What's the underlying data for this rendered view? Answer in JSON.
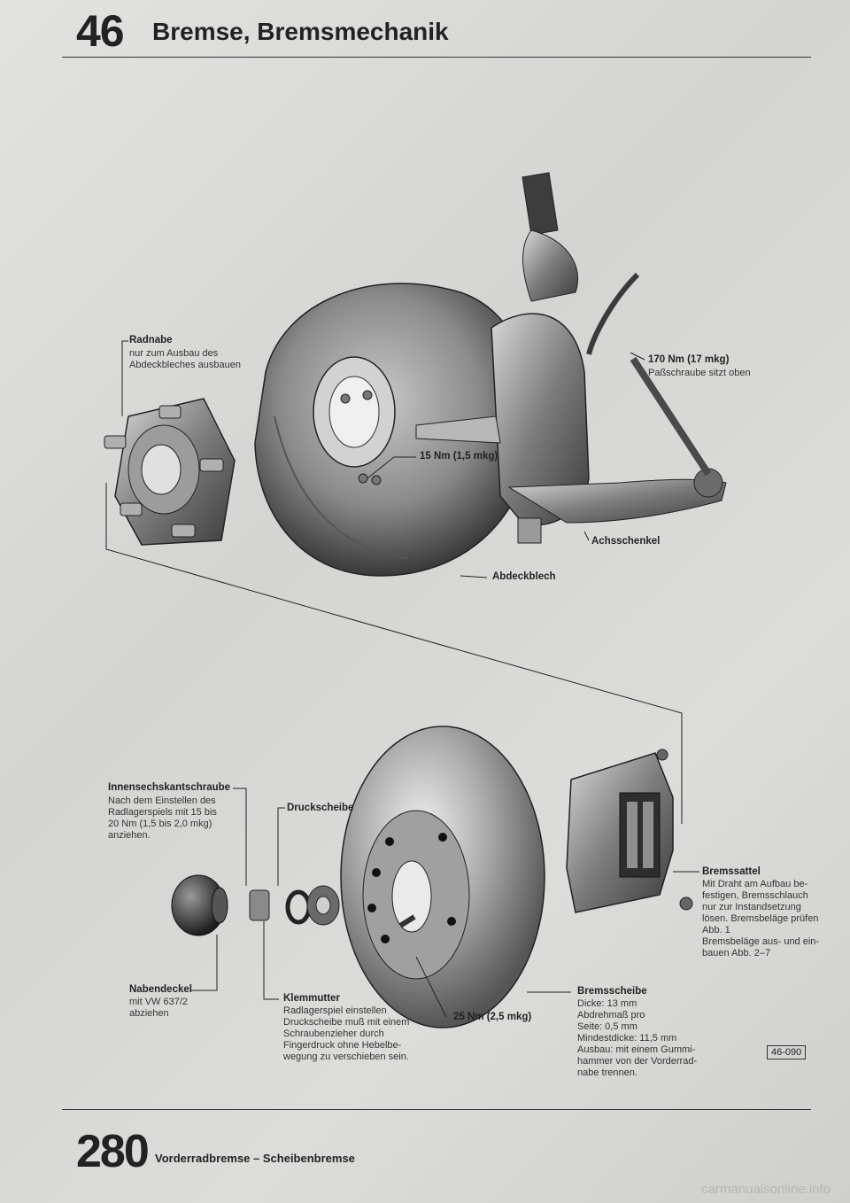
{
  "header": {
    "number": "46",
    "title": "Bremse, Bremsmechanik"
  },
  "upper": {
    "radnabe": {
      "title": "Radnabe",
      "lines": [
        "nur zum Ausbau des",
        "Abdeckbleches ausbauen"
      ]
    },
    "torque_170": {
      "title": "170 Nm (17 mkg)",
      "note": "Paßschraube sitzt oben"
    },
    "torque_15": "15 Nm (1,5 mkg)",
    "achsschenkel": "Achsschenkel",
    "abdeckblech": "Abdeckblech"
  },
  "lower": {
    "innensechskant": {
      "title": "Innensechskantschraube",
      "lines": [
        "Nach dem Einstellen des",
        "Radlagerspiels mit 15 bis",
        "20 Nm (1,5 bis 2,0 mkg)",
        "anziehen."
      ]
    },
    "druckscheibe": "Druckscheibe",
    "bremssattel": {
      "title": "Bremssattel",
      "lines": [
        "Mit Draht am Aufbau be-",
        "festigen, Bremsschlauch",
        "nur zur Instandsetzung",
        "lösen. Bremsbeläge prüfen",
        "Abb. 1",
        "Bremsbeläge aus- und ein-",
        "bauen Abb. 2–7"
      ]
    },
    "nabendeckel": {
      "title": "Nabendeckel",
      "lines": [
        "mit VW 637/2",
        "abziehen"
      ]
    },
    "klemmutter": {
      "title": "Klemmutter",
      "lines": [
        "Radlagerspiel einstellen",
        "Druckscheibe muß mit einem",
        "Schraubenzieher durch",
        "Fingerdruck ohne Hebelbe-",
        "wegung zu verschieben sein."
      ]
    },
    "torque_25": "25 Nm (2,5 mkg)",
    "bremsscheibe": {
      "title": "Bremsscheibe",
      "lines": [
        "Dicke: 13 mm",
        "Abdrehmaß pro",
        "Seite: 0,5 mm",
        "Mindestdicke: 11,5 mm",
        "Ausbau: mit einem Gummi-",
        "hammer von der Vorderrad-",
        "nabe trennen."
      ]
    }
  },
  "figure_ref": "46-090",
  "footer": {
    "page_number": "280",
    "section": "Vorderradbremse – Scheibenbremse"
  },
  "watermark": "carmanualsonline.info"
}
